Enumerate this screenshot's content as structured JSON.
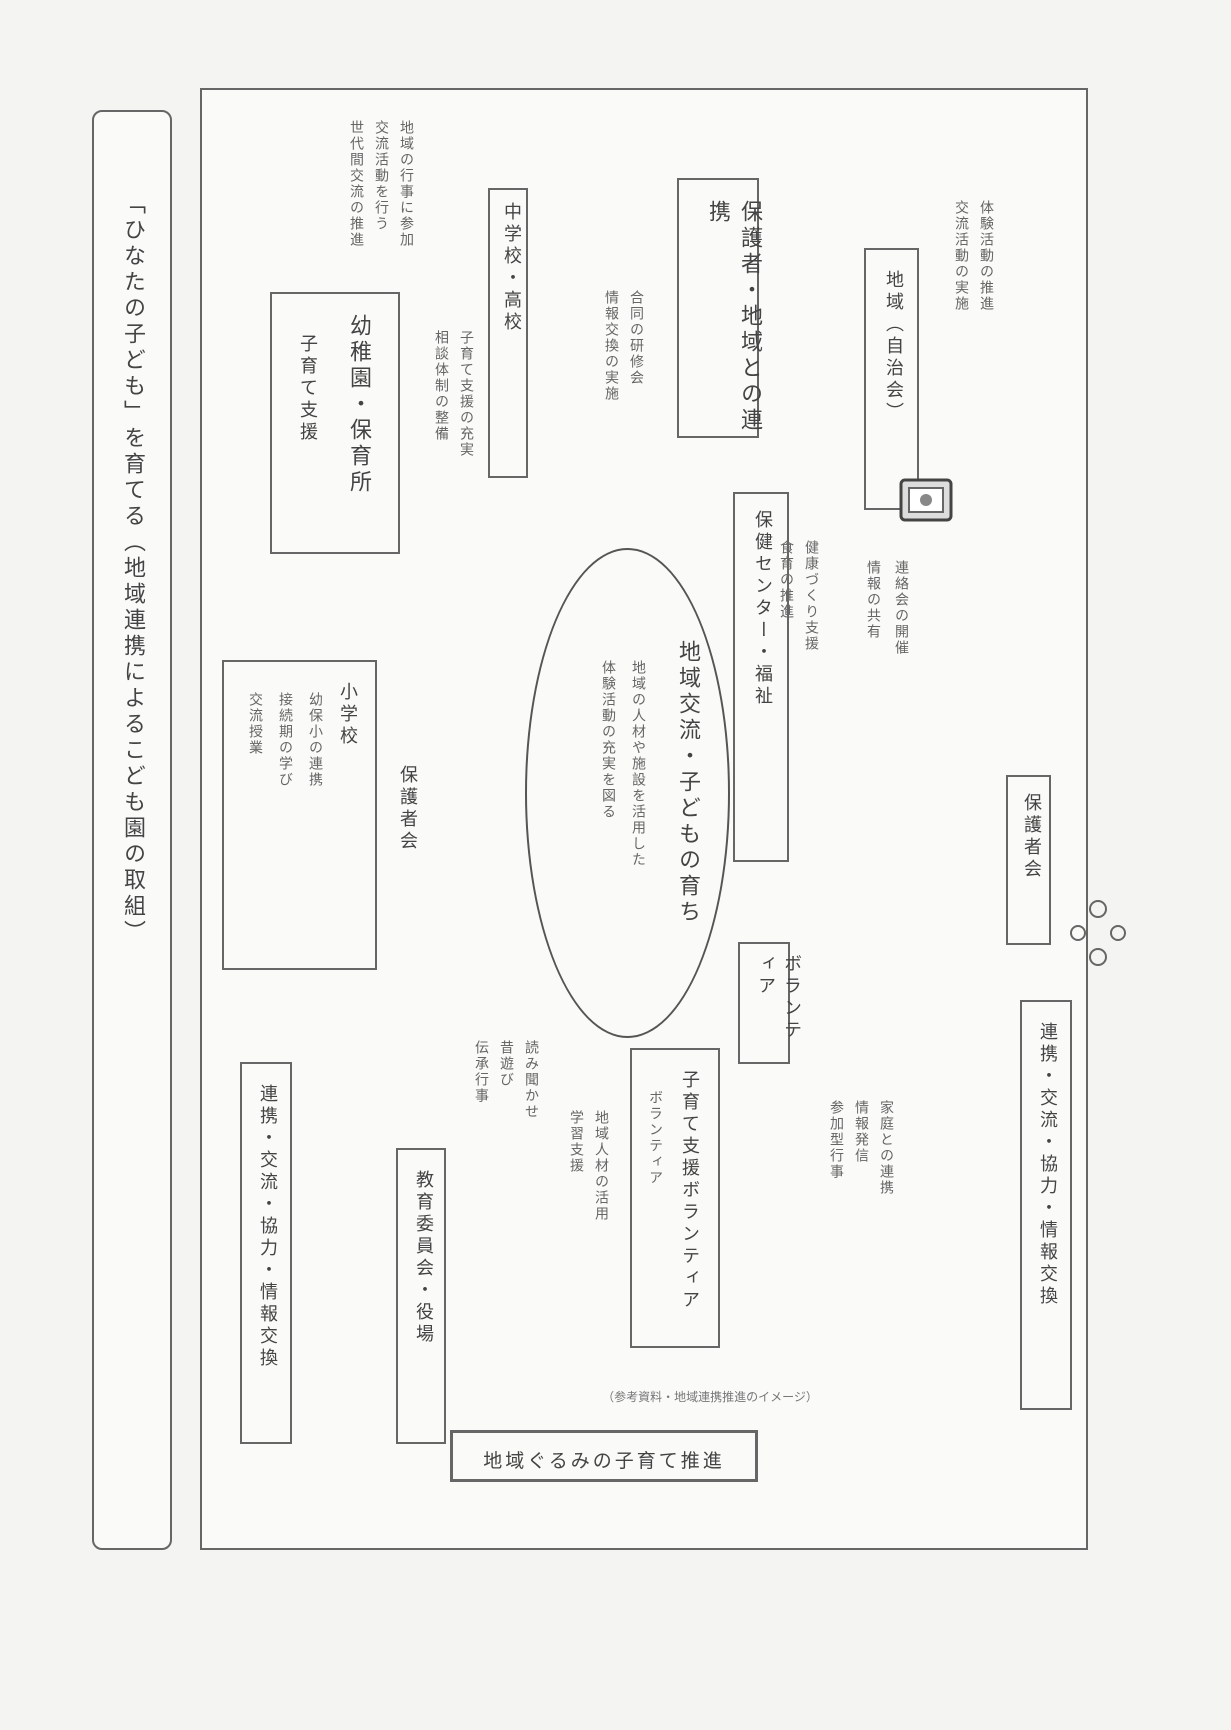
{
  "side_title": "「ひなたの子ども」を育てる（地域連携によるこども園の取組）",
  "center": {
    "title": "地域交流・子どもの育ち",
    "lines": [
      "地域の人材や施設を活用した",
      "体験活動の充実を図る"
    ]
  },
  "nodes": {
    "top_label": "保護者・地域との連携",
    "kindergarten": "幼稚園・保育所",
    "kindergarten_sub": "子育て支援",
    "middle_school": "中学校・高校",
    "community": "地域（自治会）",
    "health": "保健センター・福祉",
    "elementary": "小学校",
    "admin": "教育委員会・役場",
    "family_support": "子育て支援ボランティア",
    "partner_left": "連携・交流・協力・情報交換",
    "partner_right": "連携・交流・協力・情報交換",
    "bottom_banner": "地域ぐるみの子育て推進",
    "caption": "（参考資料・地域連携推進のイメージ）",
    "volunteer": "ボランティア",
    "pta": "保護者会"
  },
  "notes": {
    "n1": [
      "地域の行事に参加",
      "交流活動を行う",
      "世代間交流の推進"
    ],
    "n2": [
      "子育て支援の充実",
      "相談体制の整備"
    ],
    "n3": [
      "合同の研修会",
      "情報交換の実施"
    ],
    "n4": [
      "体験活動の推進",
      "交流活動の実施"
    ],
    "n5": [
      "連絡会の開催",
      "情報の共有"
    ],
    "n6": [
      "読み聞かせ",
      "昔遊び",
      "伝承行事"
    ],
    "n7": [
      "幼保小の連携",
      "接続期の学び",
      "交流授業"
    ],
    "n8": [
      "健康づくり支援",
      "食育の推進"
    ],
    "n9": [
      "家庭との連携",
      "情報発信",
      "参加型行事"
    ],
    "n10": [
      "地域人材の活用",
      "学習支援"
    ]
  }
}
